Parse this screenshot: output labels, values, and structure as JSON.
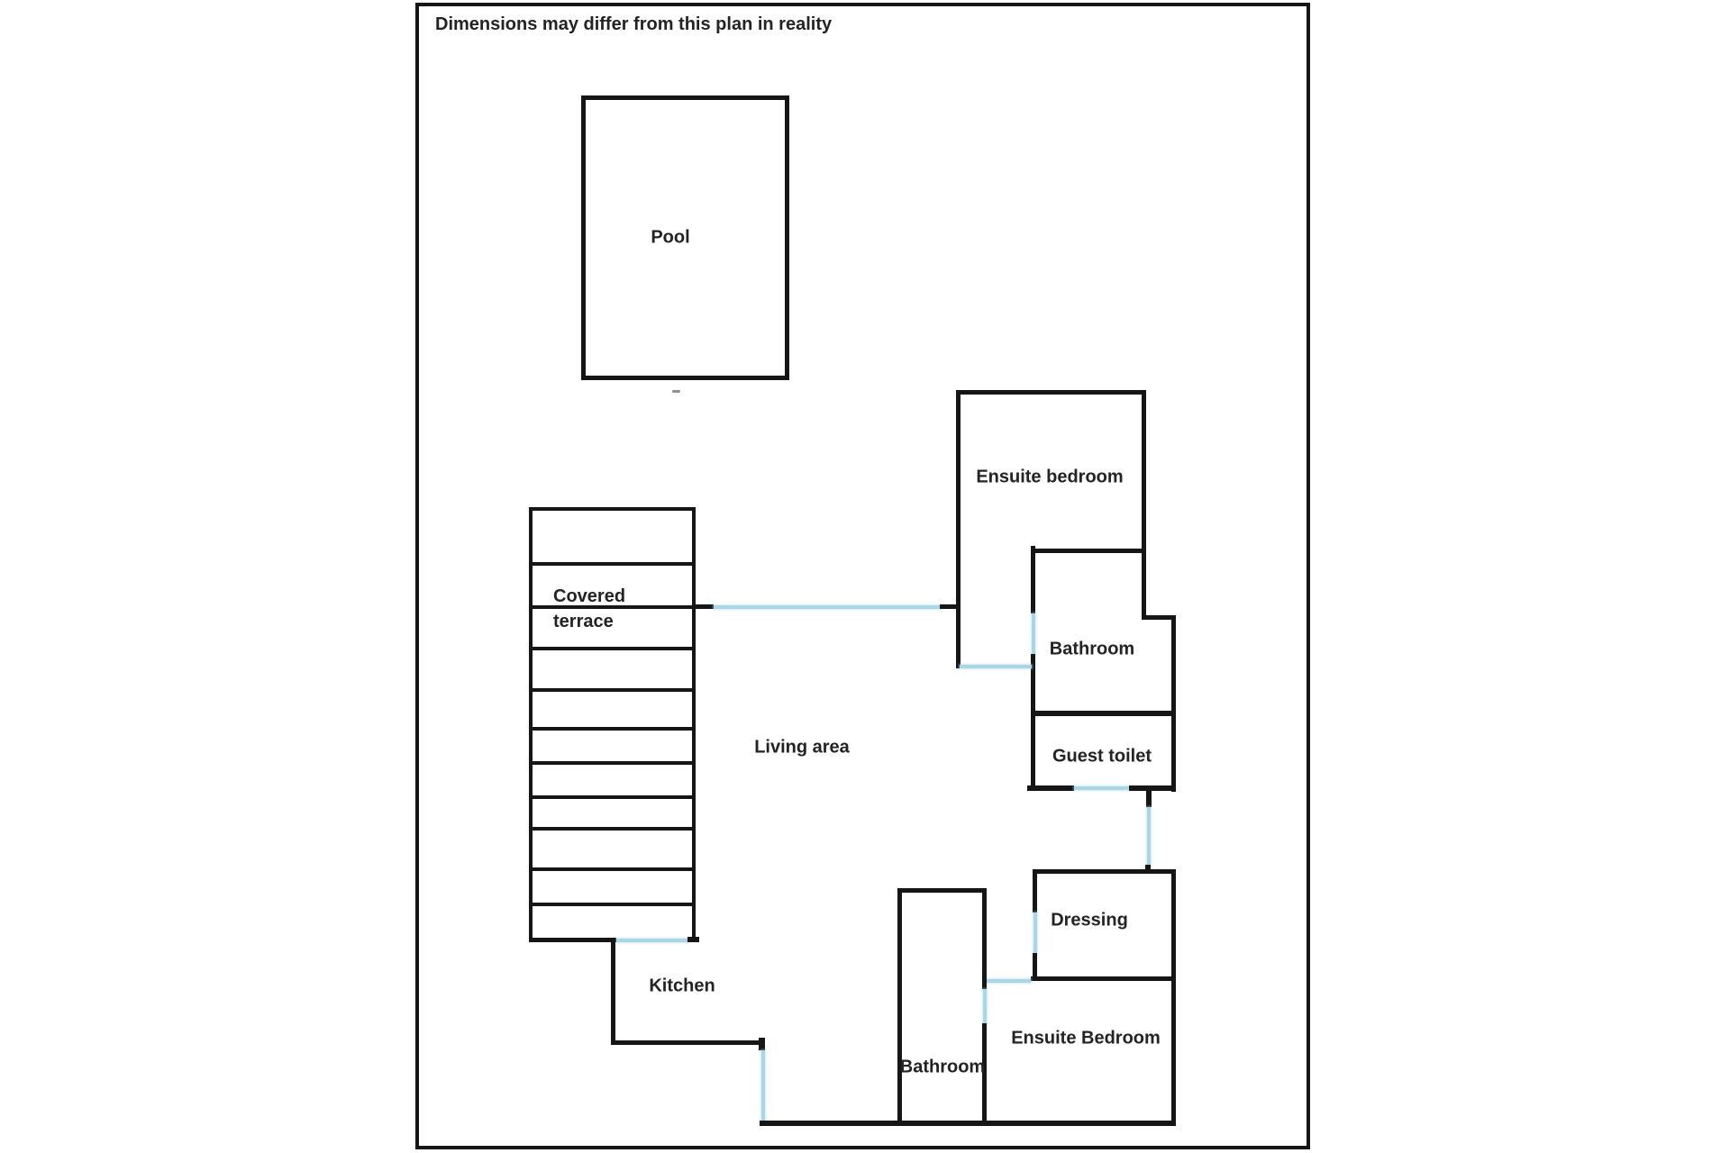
{
  "disclaimer": "Dimensions may differ from this plan in reality",
  "colors": {
    "background": "#ffffff",
    "wall": "#161616",
    "door": "#aad6e6",
    "text": "#232323"
  },
  "rooms": {
    "pool": "Pool",
    "ensuite_bedroom_top": "Ensuite bedroom",
    "bathroom_top": "Bathroom",
    "guest_toilet": "Guest toilet",
    "covered_terrace_line1": "Covered",
    "covered_terrace_line2": "terrace",
    "living_area": "Living area",
    "kitchen": "Kitchen",
    "dressing": "Dressing",
    "ensuite_bedroom_bottom": "Ensuite Bedroom",
    "bathroom_bottom": "Bathroom"
  }
}
